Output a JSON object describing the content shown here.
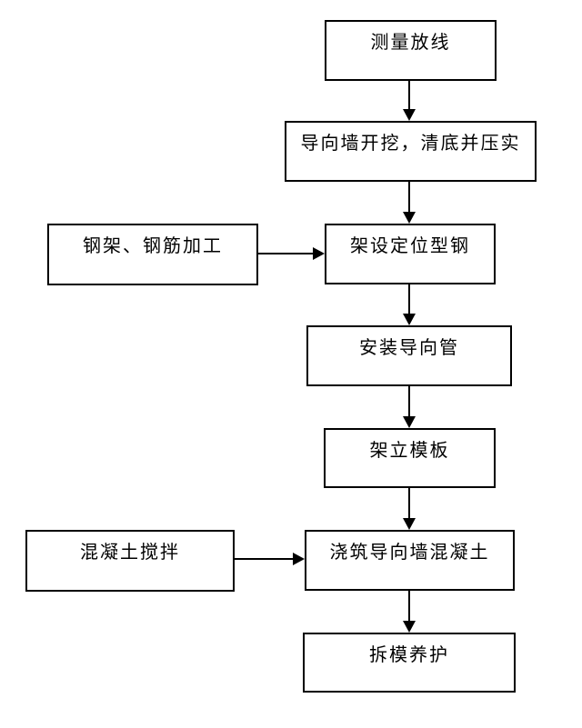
{
  "diagram": {
    "type": "flowchart",
    "background_color": "#ffffff",
    "line_color": "#000000",
    "text_color": "#000000",
    "nodes": [
      {
        "id": "survey-layout",
        "label": "测量放线"
      },
      {
        "id": "excavation",
        "label": "导向墙开挖，清底并压实"
      },
      {
        "id": "steel-processing",
        "label": "钢架、钢筋加工"
      },
      {
        "id": "positioning-steel",
        "label": "架设定位型钢"
      },
      {
        "id": "guide-pipe",
        "label": "安装导向管"
      },
      {
        "id": "formwork",
        "label": "架立模板"
      },
      {
        "id": "concrete-mixing",
        "label": "混凝土搅拌"
      },
      {
        "id": "pour-concrete",
        "label": "浇筑导向墙混凝土"
      },
      {
        "id": "curing",
        "label": "拆模养护"
      }
    ],
    "edges": [
      {
        "from": "survey-layout",
        "to": "excavation",
        "direction": "down"
      },
      {
        "from": "excavation",
        "to": "positioning-steel",
        "direction": "down"
      },
      {
        "from": "steel-processing",
        "to": "positioning-steel",
        "direction": "right"
      },
      {
        "from": "positioning-steel",
        "to": "guide-pipe",
        "direction": "down"
      },
      {
        "from": "guide-pipe",
        "to": "formwork",
        "direction": "down"
      },
      {
        "from": "formwork",
        "to": "pour-concrete",
        "direction": "down"
      },
      {
        "from": "concrete-mixing",
        "to": "pour-concrete",
        "direction": "right"
      },
      {
        "from": "pour-concrete",
        "to": "curing",
        "direction": "down"
      }
    ]
  }
}
